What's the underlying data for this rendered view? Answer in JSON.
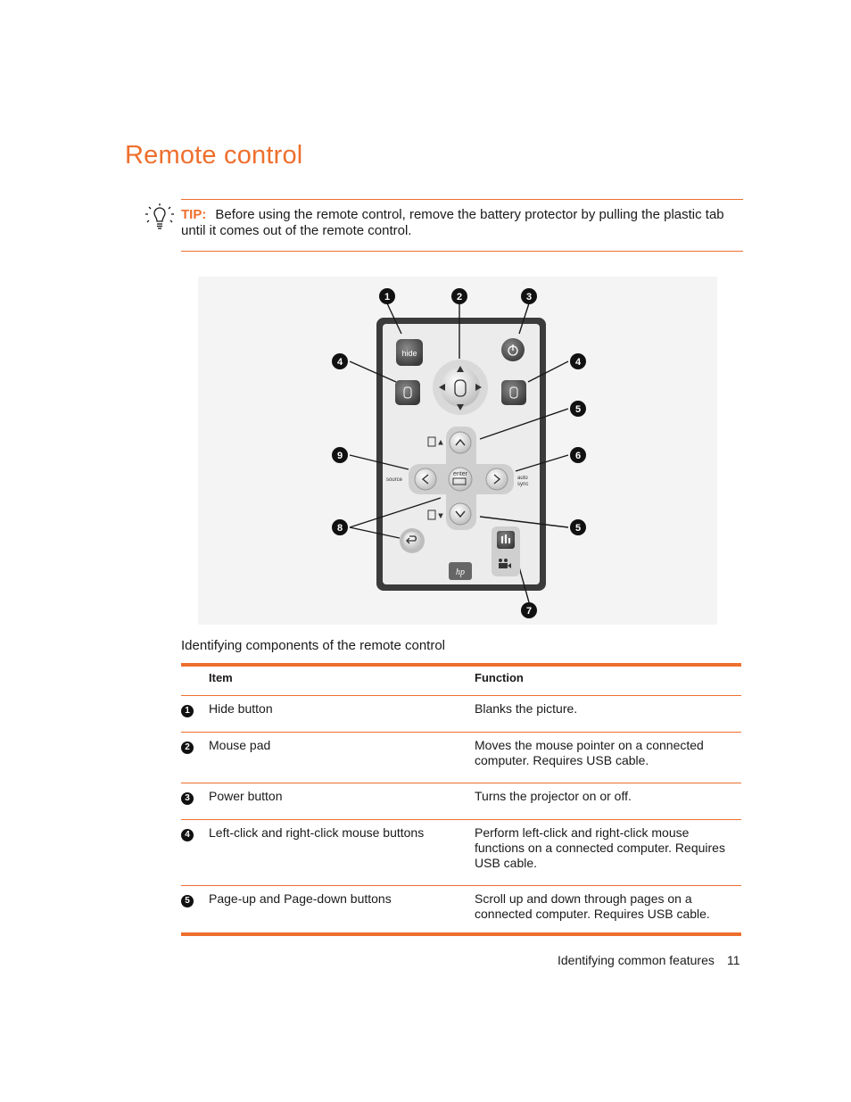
{
  "page": {
    "title": "Remote control",
    "tip_label": "TIP:",
    "tip_text": "Before using the remote control, remove the battery protector by pulling the plastic tab until it comes out of the remote control.",
    "figure_caption": "Identifying components of the remote control",
    "footer_section": "Identifying common features",
    "page_number": "11"
  },
  "remote": {
    "hide_label": "hide",
    "enter_label": "enter",
    "source_label": "source",
    "auto_label": "auto",
    "sync_label": "sync",
    "callouts": [
      "1",
      "2",
      "3",
      "4",
      "4",
      "5",
      "9",
      "6",
      "8",
      "5",
      "7"
    ]
  },
  "table": {
    "headers": {
      "item": "Item",
      "function": "Function"
    },
    "rows": [
      {
        "num": "1",
        "item": "Hide button",
        "function": "Blanks the picture."
      },
      {
        "num": "2",
        "item": "Mouse pad",
        "function": "Moves the mouse pointer on a connected computer. Requires USB cable."
      },
      {
        "num": "3",
        "item": "Power button",
        "function": "Turns the projector on or off."
      },
      {
        "num": "4",
        "item": "Left-click and right-click mouse buttons",
        "function": "Perform left-click and right-click mouse functions on a connected computer. Requires USB cable."
      },
      {
        "num": "5",
        "item": "Page-up and Page-down buttons",
        "function": "Scroll up and down through pages on a connected computer. Requires USB cable."
      }
    ]
  },
  "colors": {
    "accent": "#ee6f2d",
    "text": "#1a1a1a"
  },
  "icons": [
    "lightbulb-icon",
    "power-icon",
    "mouse-icon",
    "hp-logo-icon",
    "back-icon",
    "chart-icon",
    "video-icon"
  ]
}
